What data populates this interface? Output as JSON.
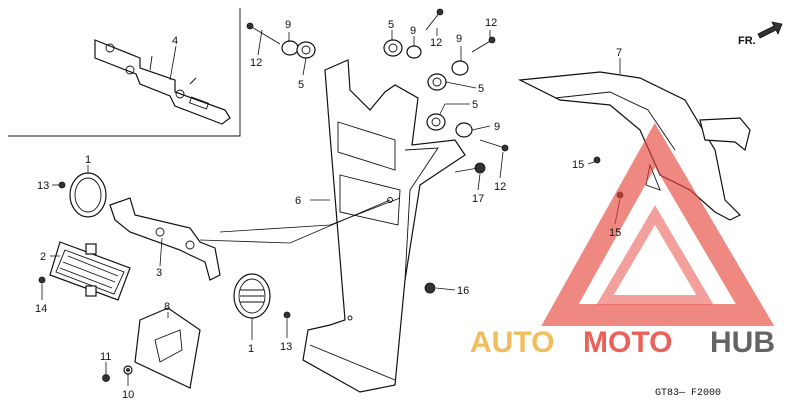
{
  "diagram": {
    "code": "GT83— F2000",
    "direction_label": "FR.",
    "watermark": {
      "part1": "AUTO",
      "part2": "MOTO",
      "part3": "HUB"
    },
    "callouts": [
      {
        "id": "c4",
        "text": "4"
      },
      {
        "id": "c9a",
        "text": "9"
      },
      {
        "id": "c12a",
        "text": "12"
      },
      {
        "id": "c5a",
        "text": "5"
      },
      {
        "id": "c5b",
        "text": "5"
      },
      {
        "id": "c12b",
        "text": "12"
      },
      {
        "id": "c9b",
        "text": "9"
      },
      {
        "id": "c12c",
        "text": "12"
      },
      {
        "id": "c9c",
        "text": "9"
      },
      {
        "id": "c5c",
        "text": "5"
      },
      {
        "id": "c5d",
        "text": "5"
      },
      {
        "id": "c9d",
        "text": "9"
      },
      {
        "id": "c7",
        "text": "7"
      },
      {
        "id": "c12d",
        "text": "12"
      },
      {
        "id": "c17",
        "text": "17"
      },
      {
        "id": "c15a",
        "text": "15"
      },
      {
        "id": "c15b",
        "text": "15"
      },
      {
        "id": "c6",
        "text": "6"
      },
      {
        "id": "c1a",
        "text": "1"
      },
      {
        "id": "c13a",
        "text": "13"
      },
      {
        "id": "c2",
        "text": "2"
      },
      {
        "id": "c3",
        "text": "3"
      },
      {
        "id": "c14",
        "text": "14"
      },
      {
        "id": "c16",
        "text": "16"
      },
      {
        "id": "c8",
        "text": "8"
      },
      {
        "id": "c1b",
        "text": "1"
      },
      {
        "id": "c13b",
        "text": "13"
      },
      {
        "id": "c11",
        "text": "11"
      },
      {
        "id": "c10",
        "text": "10"
      }
    ]
  },
  "colors": {
    "watermark_yellow": "#f0b341",
    "watermark_red": "#e8453c",
    "watermark_gray": "#4a4a4a",
    "line": "#111111"
  }
}
